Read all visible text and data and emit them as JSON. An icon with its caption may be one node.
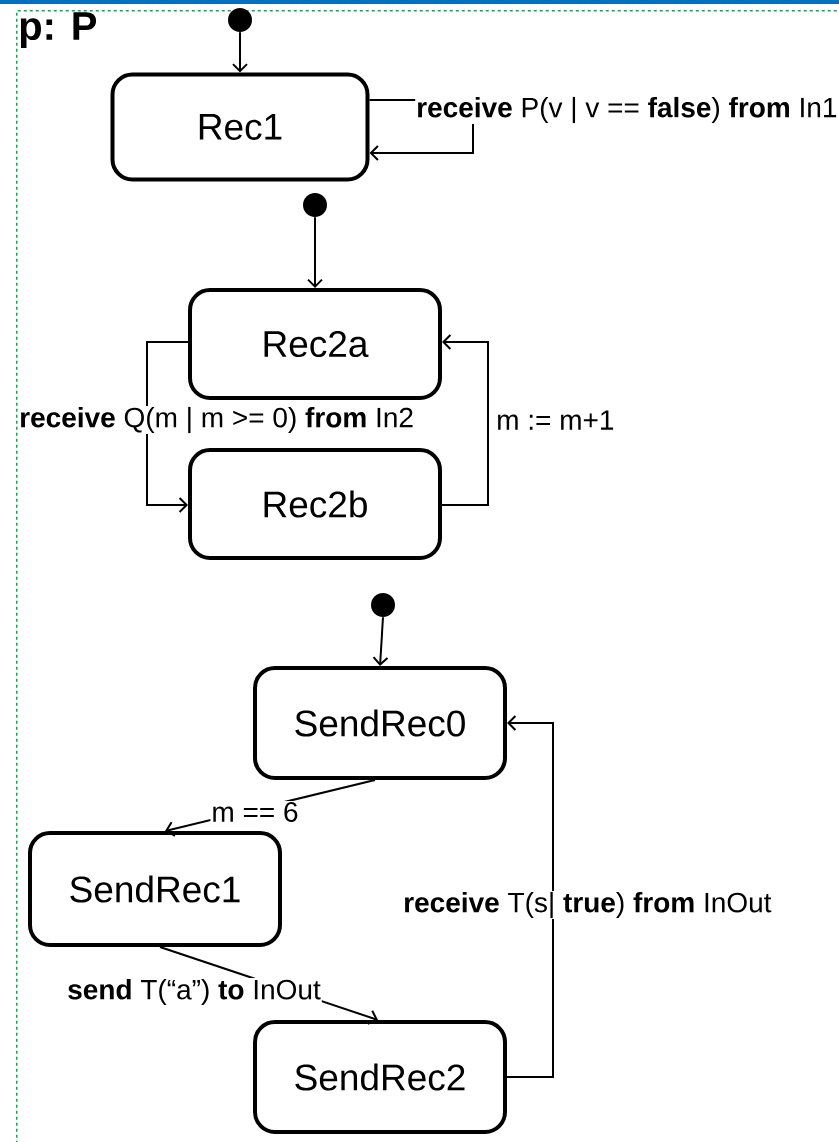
{
  "diagram": {
    "nodes": [
      {
        "text": [
          "p: P"
        ]
      },
      {
        "text": [],
        "shape": "circle",
        "in": 0
      },
      {
        "text": [
          "Rec1"
        ],
        "in": 0
      },
      {
        "text": [],
        "shape": "circle",
        "in": 0
      },
      {
        "text": [
          "Rec2a"
        ],
        "in": 0
      },
      {
        "text": [
          "Rec2b"
        ],
        "in": 0
      },
      {
        "text": [],
        "shape": "circle",
        "in": 0
      },
      {
        "text": [
          "SendRec0"
        ],
        "in": 0
      },
      {
        "text": [
          "SendRec1"
        ],
        "in": 0
      },
      {
        "text": [
          "SendRec2"
        ],
        "in": 0
      }
    ],
    "edges": [
      {
        "from": 1,
        "to": 2,
        "arrow": "to"
      },
      {
        "from": 2,
        "to": 2,
        "arrow": "to",
        "label": "**receive** P(v | v == **false**) **from** In1"
      },
      {
        "from": 3,
        "to": 4,
        "arrow": "to"
      },
      {
        "from": 4,
        "to": 5,
        "arrow": "to",
        "label": "**receive** Q(m | m >= 0) **from** In2"
      },
      {
        "from": 5,
        "to": 4,
        "arrow": "to",
        "label": "m := m+1"
      },
      {
        "from": 6,
        "to": 7,
        "arrow": "to"
      },
      {
        "from": 7,
        "to": 8,
        "arrow": "to",
        "label": "m == 6"
      },
      {
        "from": 8,
        "to": 9,
        "arrow": "to",
        "label": "**send** T(“a”) **to** InOut"
      },
      {
        "from": 9,
        "to": 7,
        "arrow": "to",
        "label": "**receive** T(s| **true**) **from** InOut"
      }
    ]
  }
}
